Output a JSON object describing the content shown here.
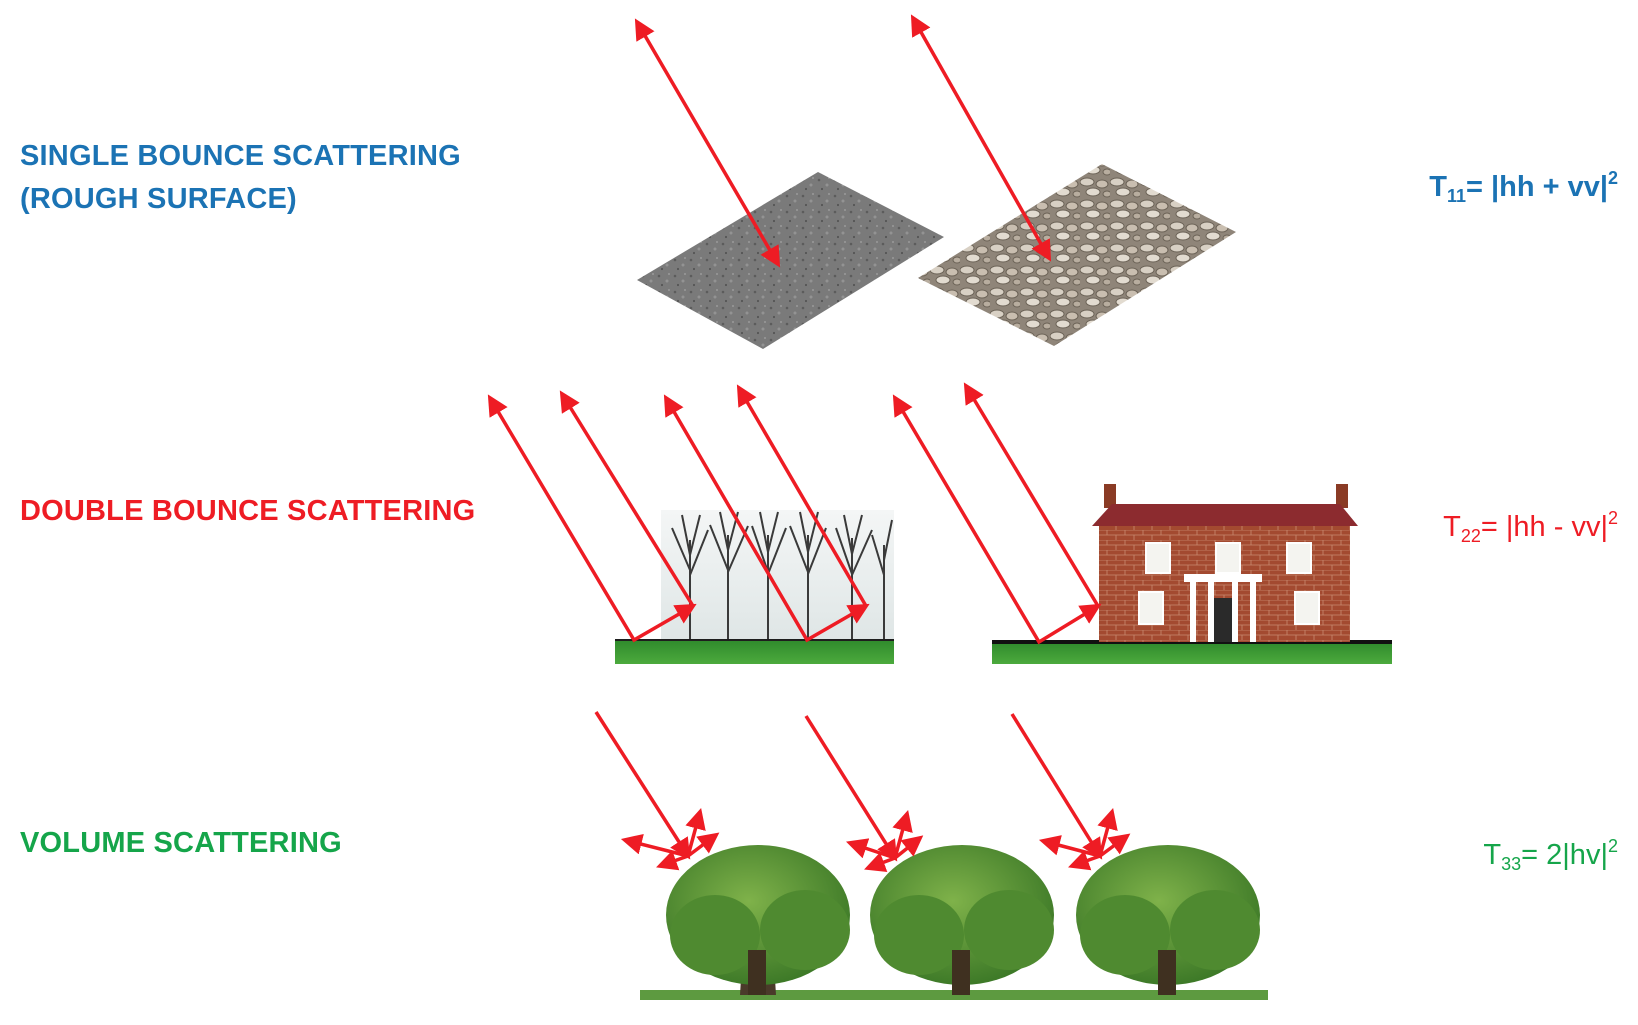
{
  "labels": {
    "single_line1": "SINGLE BOUNCE  SCATTERING",
    "single_line2": "(ROUGH SURFACE)",
    "double": "DOUBLE BOUNCE  SCATTERING",
    "volume": "VOLUME SCATTERING"
  },
  "formulas": {
    "t11": {
      "symbol": "T",
      "sub": "11",
      "expr": "= |hh + vv|",
      "sup": "2"
    },
    "t22": {
      "symbol": "T",
      "sub": "22",
      "expr": "= |hh - vv|",
      "sup": "2"
    },
    "t33": {
      "symbol": "T",
      "sub": "33",
      "expr": "= 2|hv|",
      "sup": "2"
    }
  },
  "colors": {
    "single": "#1b73b4",
    "double": "#ee1c24",
    "volume": "#15a54a",
    "arrow": "#ee1c24"
  }
}
